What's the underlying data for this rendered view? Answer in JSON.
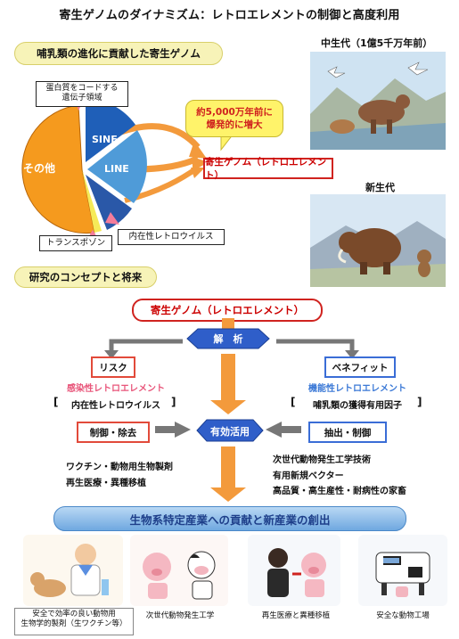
{
  "title": "寄生ゲノムのダイナミズム：レトロエレメントの制御と高度利用",
  "section1": {
    "heading": "哺乳類の進化に貢献した寄生ゲノム",
    "pie_labels": {
      "other": "その他",
      "sine": "SINE",
      "line": "LINE"
    },
    "callouts": {
      "protein_coding": "蛋白質をコードする\n遺伝子領域",
      "transposon": "トランスポゾン",
      "endogenous_retrovirus": "内在性レトロウイルス"
    },
    "bubble": "約5,000万年前に\n爆発的に増大",
    "parasitic_genome": "寄生ゲノム（レトロエレメント）",
    "mesozoic_label": "中生代（1億5千万年前）",
    "cenozoic_label": "新生代"
  },
  "section2": {
    "heading": "研究のコンセプトと将来",
    "center_title": "寄生ゲノム（レトロエレメント）",
    "analysis": "解　析",
    "risk": "リスク",
    "risk_sub": "感染性レトロエレメント",
    "risk_item": "内在性レトロウイルス",
    "benefit": "ベネフィット",
    "benefit_sub": "機能性レトロエレメント",
    "benefit_item": "哺乳類の獲得有用因子",
    "control_removal": "制御・除去",
    "effective_use": "有効活用",
    "extraction_control": "抽出・制御",
    "left_list": [
      "ワクチン・動物用生物製剤",
      "再生医療・異種移植"
    ],
    "right_list": [
      "次世代動物発生工学技術",
      "有用新規ベクター",
      "高品質・高生産性・耐病性の家畜"
    ],
    "banner": "生物系特定産業への貢献と新産業の創出",
    "captions": [
      "安全で効率の良い動物用\n生物学的製剤（生ワクチン等）",
      "次世代動物発生工学",
      "再生医療と異種移植",
      "安全な動物工場"
    ]
  },
  "colors": {
    "pie_orange": "#f59a1e",
    "pie_blue_dark": "#1f5fb8",
    "pie_blue_light": "#4f9bd8",
    "arrow_orange": "#f39a3c",
    "red": "#d0231f",
    "analysis_blue": "#2f5ec9",
    "banner_blue": "#7ab2e4"
  }
}
